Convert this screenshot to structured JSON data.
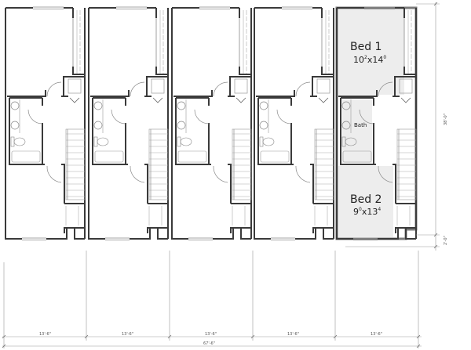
{
  "drawing": {
    "type": "second floor plan",
    "unit_count": 5,
    "highlighted_unit_index": 4,
    "colors": {
      "wall": "#3a3a3a",
      "highlight_wall": "#7a7a7a",
      "highlight_fill": "#ededed",
      "line": "#888888",
      "dimension": "#999999"
    }
  },
  "rooms": {
    "bed1": {
      "name": "Bed 1",
      "size_w": "10",
      "size_w_sup": "2",
      "size_h": "14",
      "size_h_sup": "0"
    },
    "bed2": {
      "name": "Bed 2",
      "size_w": "9",
      "size_w_sup": "0",
      "size_h": "13",
      "size_h_sup": "4"
    },
    "bath": {
      "name": "Bath"
    }
  },
  "dimensions": {
    "unit_widths": [
      "13'-6\"",
      "13'-6\"",
      "13'-6\"",
      "13'-6\"",
      "13'-6\""
    ],
    "overall_width": "67'-6\"",
    "depth_main": "38'-0\"",
    "depth_offset": "2'-0\""
  }
}
